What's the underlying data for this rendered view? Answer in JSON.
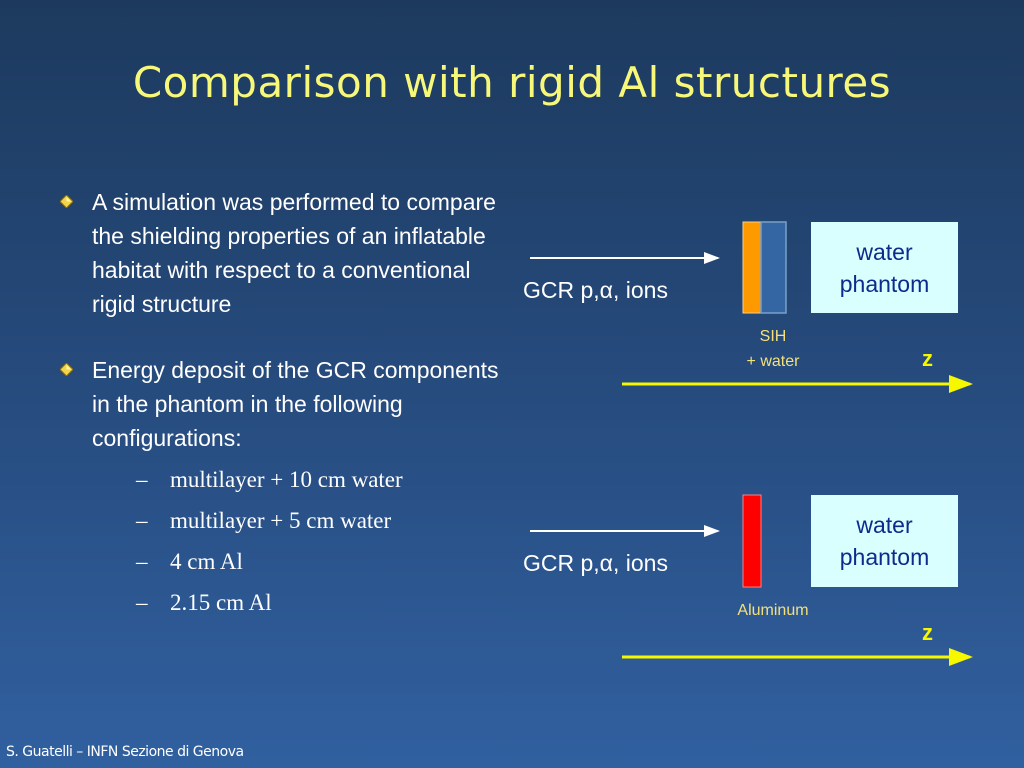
{
  "slide": {
    "title": "Comparison with rigid Al structures",
    "footer": "S. Guatelli – INFN Sezione di Genova"
  },
  "bullets": [
    {
      "text": "A simulation was performed to compare the shielding properties of an inflatable habitat with respect to a conventional rigid structure"
    },
    {
      "text": "Energy deposit of the GCR components in the phantom in the following configurations:"
    }
  ],
  "sub_items": [
    {
      "dash": "–",
      "text": "multilayer + 10 cm water"
    },
    {
      "dash": "–",
      "text": "multilayer + 5 cm water"
    },
    {
      "dash": "–",
      "text": "4 cm Al"
    },
    {
      "dash": "–",
      "text": "2.15 cm Al"
    }
  ],
  "diagram_top": {
    "beam_label": "GCR p,α, ions",
    "phantom_line1": "water",
    "phantom_line2": "phantom",
    "shield_label_line1": "SIH",
    "shield_label_line2": "+  water",
    "axis_label": "z",
    "colors": {
      "layer1": "#ff9900",
      "layer2": "#3366a3",
      "layer2_border": "#7aa0c8"
    }
  },
  "diagram_bottom": {
    "beam_label": "GCR p,α, ions",
    "phantom_line1": "water",
    "phantom_line2": "phantom",
    "shield_label": "Aluminum",
    "axis_label": "z",
    "colors": {
      "shield": "#ff0000"
    }
  },
  "colors": {
    "title": "#f7f779",
    "arrow_yellow": "#f7f700",
    "phantom_bg": "#d9ffff",
    "phantom_text": "#0d2a8c"
  },
  "icons": {
    "bullet": "yellow-diamond-bullet-icon"
  }
}
